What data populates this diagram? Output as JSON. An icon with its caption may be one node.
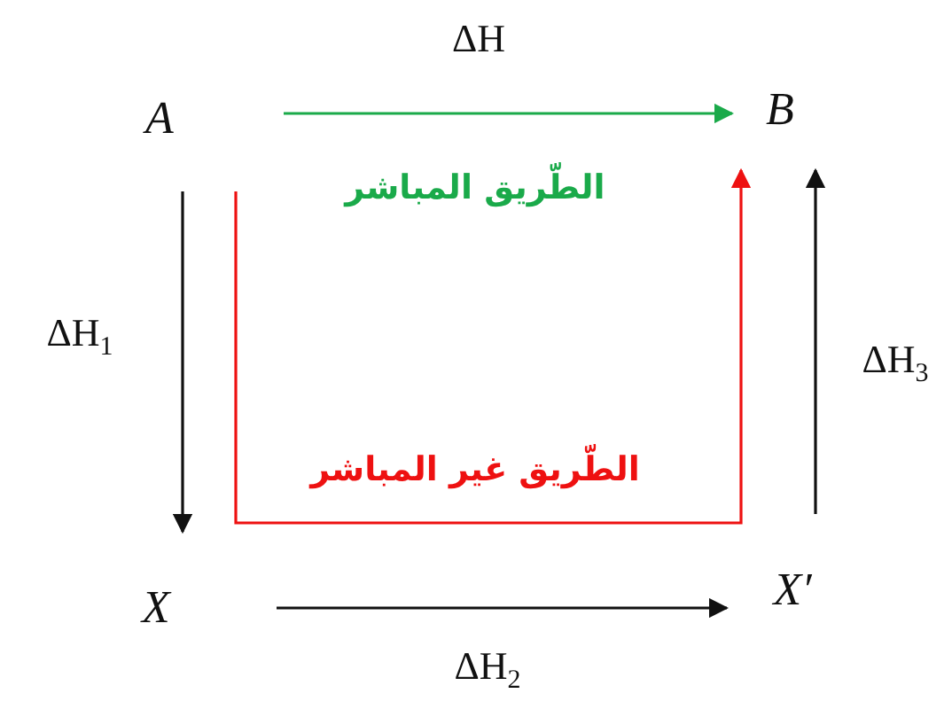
{
  "diagram": {
    "nodes": [
      {
        "text": [
          "A"
        ]
      },
      {
        "text": [
          "B"
        ]
      },
      {
        "text": [
          "X"
        ]
      },
      {
        "text": [
          "X′"
        ]
      }
    ],
    "edges": [
      {
        "from": 0,
        "to": 1,
        "arrow": "to",
        "label": "ΔH",
        "color": "#1aaa4a"
      },
      {
        "from": 0,
        "to": 2,
        "arrow": "to",
        "label": "ΔH$_{1}$"
      },
      {
        "from": 2,
        "to": 3,
        "arrow": "to",
        "label": "ΔH$_{2}$"
      },
      {
        "from": 3,
        "to": 1,
        "arrow": "to",
        "label": "ΔH$_{3}$"
      },
      {
        "from": 0,
        "to": 1,
        "arrow": "to",
        "label": "الطّريق غير المباشر",
        "color": "#ee1111"
      }
    ],
    "labels": [
      "الطّريق المباشر"
    ]
  }
}
